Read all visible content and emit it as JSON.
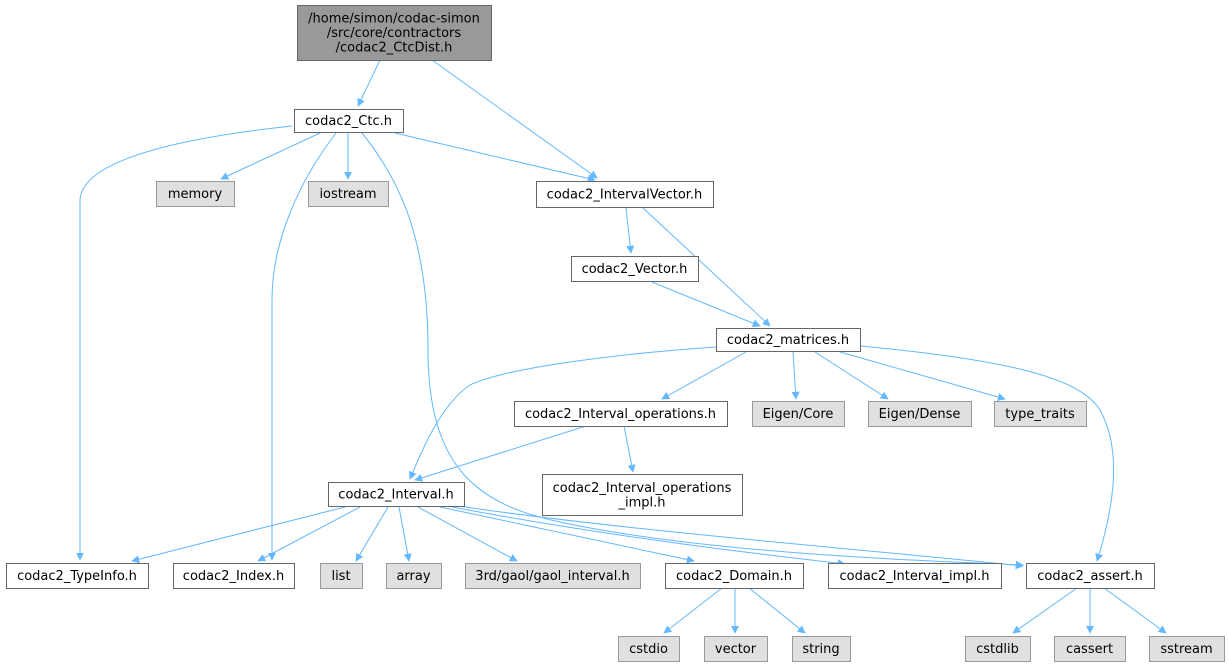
{
  "nodes": [
    {
      "id": "root",
      "label": "/home/simon/codac-simon\n/src/core/contractors\n/codac2_CtcDist.h",
      "kind": "root"
    },
    {
      "id": "ctc",
      "label": "codac2_Ctc.h",
      "kind": "file"
    },
    {
      "id": "memory",
      "label": "memory",
      "kind": "system"
    },
    {
      "id": "iostream",
      "label": "iostream",
      "kind": "system"
    },
    {
      "id": "ivec",
      "label": "codac2_IntervalVector.h",
      "kind": "file"
    },
    {
      "id": "vector_h",
      "label": "codac2_Vector.h",
      "kind": "file"
    },
    {
      "id": "matrices",
      "label": "codac2_matrices.h",
      "kind": "file"
    },
    {
      "id": "iops",
      "label": "codac2_Interval_operations.h",
      "kind": "file"
    },
    {
      "id": "eigencore",
      "label": "Eigen/Core",
      "kind": "system"
    },
    {
      "id": "eigendense",
      "label": "Eigen/Dense",
      "kind": "system"
    },
    {
      "id": "typetraits",
      "label": "type_traits",
      "kind": "system"
    },
    {
      "id": "iopsimpl",
      "label": "codac2_Interval_operations\n_impl.h",
      "kind": "file"
    },
    {
      "id": "interval",
      "label": "codac2_Interval.h",
      "kind": "file"
    },
    {
      "id": "typeinfo",
      "label": "codac2_TypeInfo.h",
      "kind": "file"
    },
    {
      "id": "index",
      "label": "codac2_Index.h",
      "kind": "file"
    },
    {
      "id": "list",
      "label": "list",
      "kind": "system"
    },
    {
      "id": "array",
      "label": "array",
      "kind": "system"
    },
    {
      "id": "gaol",
      "label": "3rd/gaol/gaol_interval.h",
      "kind": "system"
    },
    {
      "id": "domain",
      "label": "codac2_Domain.h",
      "kind": "file"
    },
    {
      "id": "iimpl",
      "label": "codac2_Interval_impl.h",
      "kind": "file"
    },
    {
      "id": "assert",
      "label": "codac2_assert.h",
      "kind": "file"
    },
    {
      "id": "cstdio",
      "label": "cstdio",
      "kind": "system"
    },
    {
      "id": "vector",
      "label": "vector",
      "kind": "system"
    },
    {
      "id": "string",
      "label": "string",
      "kind": "system"
    },
    {
      "id": "cstdlib",
      "label": "cstdlib",
      "kind": "system"
    },
    {
      "id": "cassert",
      "label": "cassert",
      "kind": "system"
    },
    {
      "id": "sstream",
      "label": "sstream",
      "kind": "system"
    }
  ],
  "edges": [
    {
      "from": "root",
      "to": "ctc"
    },
    {
      "from": "root",
      "to": "ivec"
    },
    {
      "from": "ctc",
      "to": "typeinfo"
    },
    {
      "from": "ctc",
      "to": "memory"
    },
    {
      "from": "ctc",
      "to": "index"
    },
    {
      "from": "ctc",
      "to": "iostream"
    },
    {
      "from": "ctc",
      "to": "assert"
    },
    {
      "from": "ctc",
      "to": "ivec"
    },
    {
      "from": "ivec",
      "to": "vector_h"
    },
    {
      "from": "ivec",
      "to": "matrices"
    },
    {
      "from": "vector_h",
      "to": "matrices"
    },
    {
      "from": "matrices",
      "to": "interval"
    },
    {
      "from": "matrices",
      "to": "iops"
    },
    {
      "from": "matrices",
      "to": "eigencore"
    },
    {
      "from": "matrices",
      "to": "eigendense"
    },
    {
      "from": "matrices",
      "to": "typetraits"
    },
    {
      "from": "matrices",
      "to": "assert"
    },
    {
      "from": "iops",
      "to": "interval"
    },
    {
      "from": "iops",
      "to": "iopsimpl"
    },
    {
      "from": "interval",
      "to": "typeinfo"
    },
    {
      "from": "interval",
      "to": "index"
    },
    {
      "from": "interval",
      "to": "list"
    },
    {
      "from": "interval",
      "to": "array"
    },
    {
      "from": "interval",
      "to": "gaol"
    },
    {
      "from": "interval",
      "to": "domain"
    },
    {
      "from": "interval",
      "to": "iimpl"
    },
    {
      "from": "interval",
      "to": "assert"
    },
    {
      "from": "domain",
      "to": "cstdio"
    },
    {
      "from": "domain",
      "to": "vector"
    },
    {
      "from": "domain",
      "to": "string"
    },
    {
      "from": "assert",
      "to": "cstdlib"
    },
    {
      "from": "assert",
      "to": "cassert"
    },
    {
      "from": "assert",
      "to": "sstream"
    }
  ],
  "colors": {
    "edge": "#63b8ff",
    "root_fill": "#999999",
    "root_border": "#666666",
    "file_fill": "#ffffff",
    "file_border": "#666666",
    "system_fill": "#e0e0e0",
    "system_border": "#999999"
  }
}
